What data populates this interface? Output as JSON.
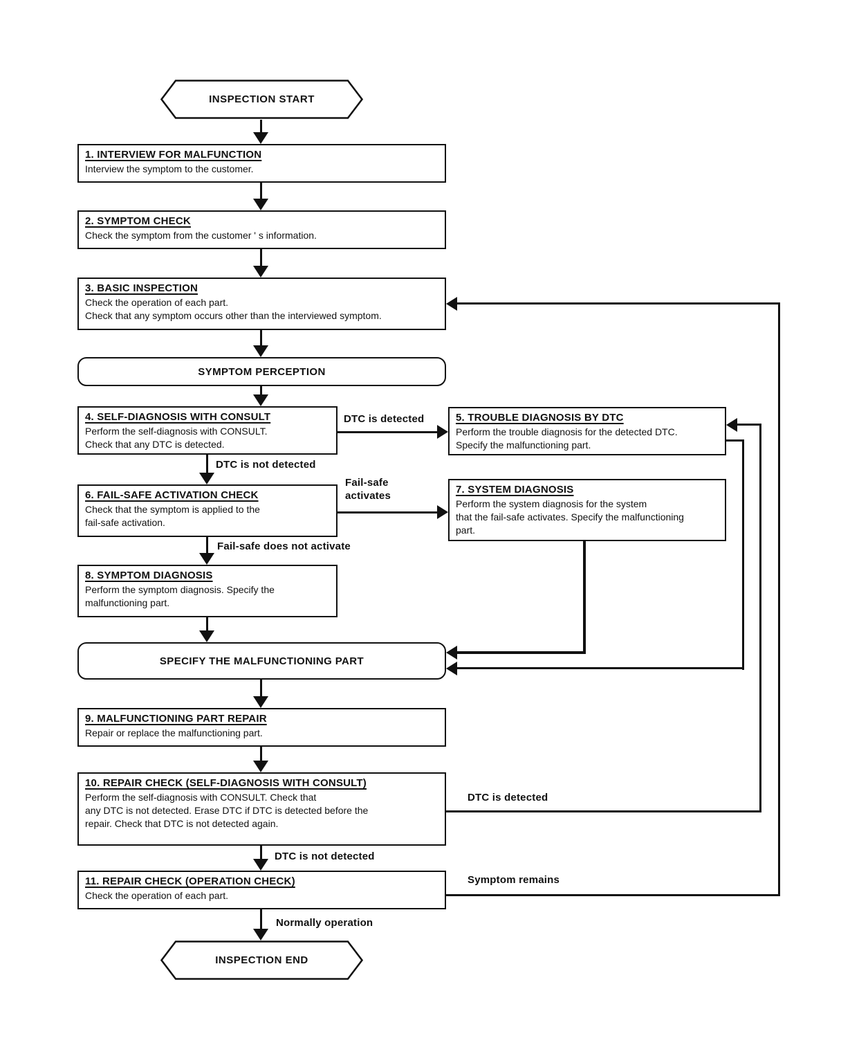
{
  "colors": {
    "ink": "#111111",
    "background": "#ffffff"
  },
  "nodes": {
    "start": "INSPECTION START",
    "end": "INSPECTION END",
    "symptom_perception": "SYMPTOM PERCEPTION",
    "specify": "SPECIFY THE MALFUNCTIONING PART",
    "step1": {
      "title": "1. INTERVIEW FOR MALFUNCTION",
      "body": "Interview the symptom to the customer."
    },
    "step2": {
      "title": "2. SYMPTOM CHECK",
      "body": "Check the symptom from the customer ' s information."
    },
    "step3": {
      "title": "3. BASIC INSPECTION",
      "body": "Check the operation of each part.\nCheck that any symptom occurs other than the interviewed symptom."
    },
    "step4": {
      "title": "4. SELF-DIAGNOSIS WITH CONSULT",
      "body": "Perform the self-diagnosis with CONSULT.\nCheck that any DTC is detected."
    },
    "step5": {
      "title": "5. TROUBLE DIAGNOSIS BY DTC",
      "body": "Perform the trouble diagnosis for the detected DTC.\nSpecify the malfunctioning part."
    },
    "step6": {
      "title": "6. FAIL-SAFE ACTIVATION CHECK",
      "body": "Check that the symptom is applied to the\nfail-safe activation."
    },
    "step7": {
      "title": "7. SYSTEM DIAGNOSIS",
      "body": "Perform the system diagnosis for the system\nthat the fail-safe activates. Specify the malfunctioning\npart."
    },
    "step8": {
      "title": "8. SYMPTOM DIAGNOSIS",
      "body": "Perform the symptom diagnosis. Specify the\nmalfunctioning part."
    },
    "step9": {
      "title": "9. MALFUNCTIONING PART REPAIR",
      "body": "Repair or replace the malfunctioning part."
    },
    "step10": {
      "title": "10. REPAIR CHECK (SELF-DIAGNOSIS WITH CONSULT)",
      "body": "Perform the self-diagnosis with CONSULT. Check that\nany DTC is not detected. Erase DTC if DTC is detected before the\nrepair. Check that DTC is not detected again."
    },
    "step11": {
      "title": "11. REPAIR CHECK (OPERATION CHECK)",
      "body": "Check the operation of each part."
    }
  },
  "edges": {
    "dtc_detected": "DTC is detected",
    "dtc_not_detected": "DTC is not detected",
    "fail_safe_activates": "Fail-safe\nactivates",
    "fail_safe_does_not_activate": "Fail-safe does not activate",
    "dtc_detected_repair": "DTC is detected",
    "dtc_not_detected_repair": "DTC is not detected",
    "symptom_remains": "Symptom remains",
    "normally_operation": "Normally operation"
  }
}
